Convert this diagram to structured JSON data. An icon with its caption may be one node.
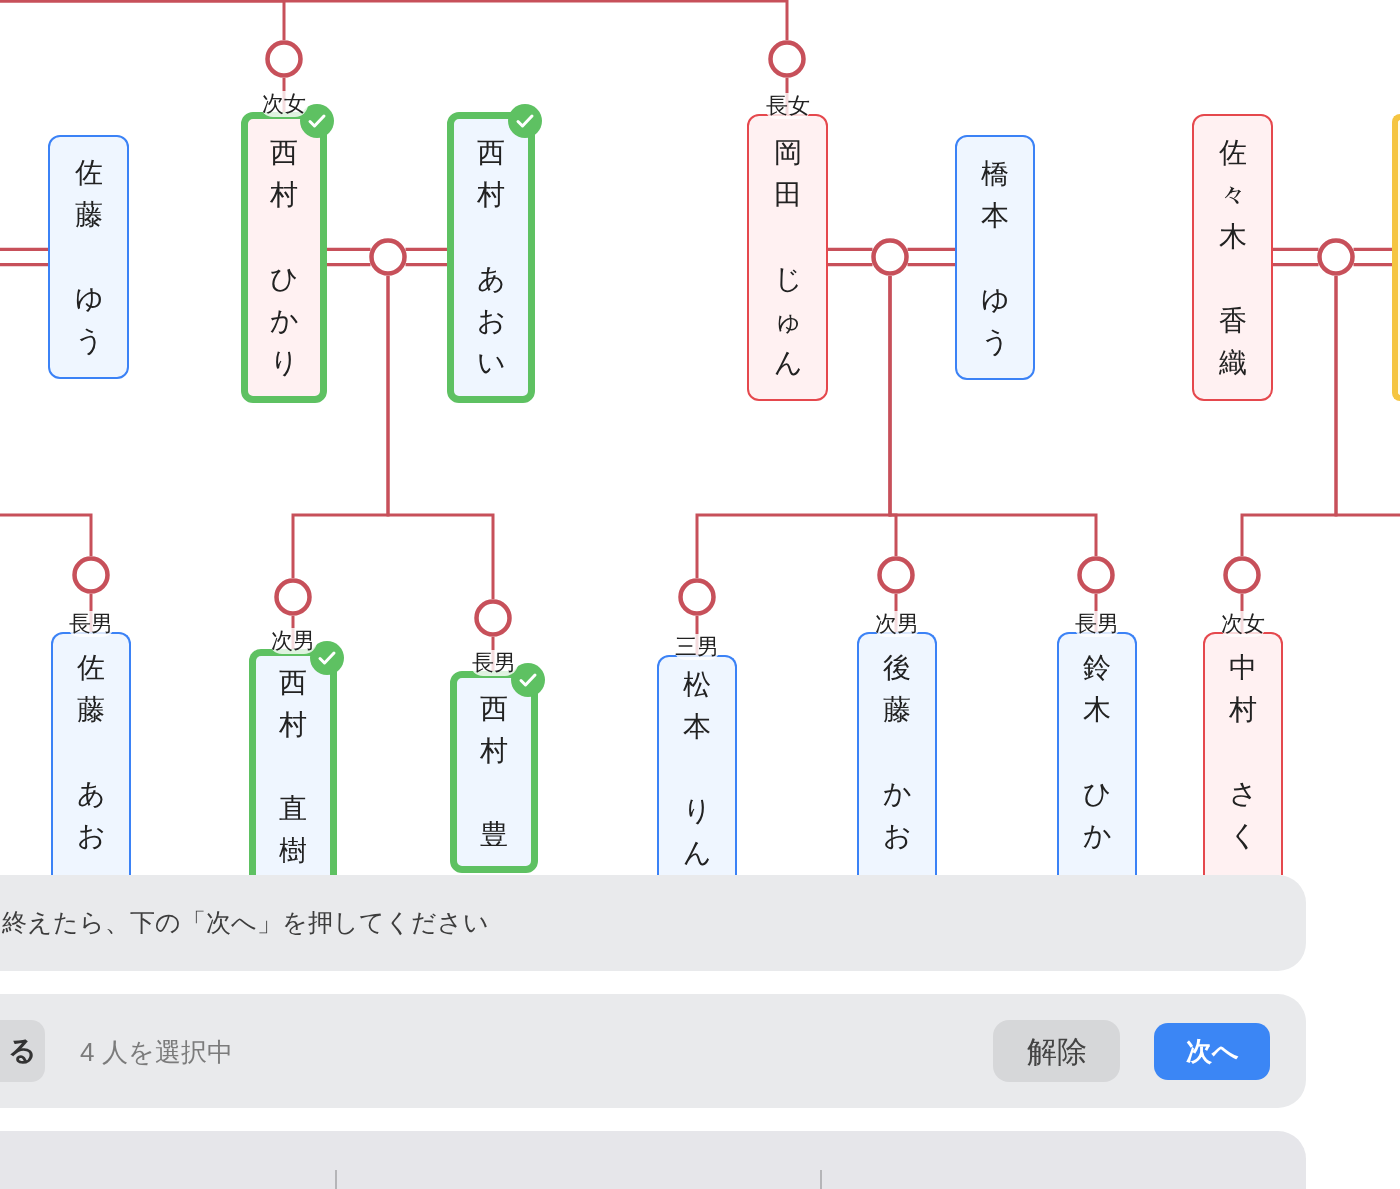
{
  "diagram": {
    "nodes": [
      {
        "text": [],
        "shape": "circle"
      },
      {
        "text": [],
        "shape": "circle"
      },
      {
        "text": [
          "佐藤",
          "ゆう"
        ]
      },
      {
        "text": [
          "西村",
          "ひかり"
        ],
        "beside": [
          "次女"
        ]
      },
      {
        "text": [],
        "shape": "circle"
      },
      {
        "text": [
          "西村",
          "あおい"
        ]
      },
      {
        "text": [
          "岡田",
          "じゅん"
        ],
        "beside": [
          "長女"
        ]
      },
      {
        "text": [],
        "shape": "circle"
      },
      {
        "text": [
          "橋本",
          "ゆう"
        ]
      },
      {
        "text": [
          "佐々木",
          "香織"
        ]
      },
      {
        "text": [],
        "shape": "circle"
      },
      {
        "text": [],
        "shape": "box"
      },
      {
        "text": [],
        "shape": "circle"
      },
      {
        "text": [
          "佐藤",
          "あお"
        ],
        "beside": [
          "長男"
        ]
      },
      {
        "text": [],
        "shape": "circle"
      },
      {
        "text": [
          "西村",
          "直樹"
        ],
        "beside": [
          "次男"
        ]
      },
      {
        "text": [],
        "shape": "circle"
      },
      {
        "text": [
          "西村",
          "豊"
        ],
        "beside": [
          "長男"
        ]
      },
      {
        "text": [],
        "shape": "circle"
      },
      {
        "text": [
          "松本",
          "りん"
        ],
        "beside": [
          "三男"
        ]
      },
      {
        "text": [],
        "shape": "circle"
      },
      {
        "text": [
          "後藤",
          "かお"
        ],
        "beside": [
          "次男"
        ]
      },
      {
        "text": [],
        "shape": "circle"
      },
      {
        "text": [
          "鈴木",
          "ひか"
        ],
        "beside": [
          "長男"
        ]
      },
      {
        "text": [],
        "shape": "circle"
      },
      {
        "text": [
          "中村",
          "さく"
        ],
        "beside": [
          "次女"
        ]
      }
    ],
    "edges": [
      {
        "from": null,
        "to": 0,
        "arrow": "none"
      },
      {
        "from": null,
        "to": 1,
        "arrow": "none"
      },
      {
        "from": 0,
        "to": 3,
        "arrow": "none"
      },
      {
        "from": 1,
        "to": 6,
        "arrow": "none"
      },
      {
        "from": null,
        "to": 2,
        "arrow": "none"
      },
      {
        "from": 3,
        "to": 4,
        "arrow": "none"
      },
      {
        "from": 4,
        "to": 5,
        "arrow": "none"
      },
      {
        "from": 6,
        "to": 7,
        "arrow": "none"
      },
      {
        "from": 7,
        "to": 8,
        "arrow": "none"
      },
      {
        "from": 9,
        "to": 10,
        "arrow": "none"
      },
      {
        "from": 10,
        "to": 11,
        "arrow": "none"
      },
      {
        "from": null,
        "to": 12,
        "arrow": "none"
      },
      {
        "from": 12,
        "to": 13,
        "arrow": "none"
      },
      {
        "from": 4,
        "to": 14,
        "arrow": "none"
      },
      {
        "from": 14,
        "to": 15,
        "arrow": "none"
      },
      {
        "from": 4,
        "to": 16,
        "arrow": "none"
      },
      {
        "from": 16,
        "to": 17,
        "arrow": "none"
      },
      {
        "from": 7,
        "to": 18,
        "arrow": "none"
      },
      {
        "from": 18,
        "to": 19,
        "arrow": "none"
      },
      {
        "from": 7,
        "to": 20,
        "arrow": "none"
      },
      {
        "from": 20,
        "to": 21,
        "arrow": "none"
      },
      {
        "from": 7,
        "to": 22,
        "arrow": "none"
      },
      {
        "from": 22,
        "to": 23,
        "arrow": "none"
      },
      {
        "from": 10,
        "to": 24,
        "arrow": "none"
      },
      {
        "from": 24,
        "to": 25,
        "arrow": "none"
      },
      {
        "from": 10,
        "to": null,
        "arrow": "none"
      }
    ],
    "labels": [
      "終えたら、下の「次へ」を押してください",
      "る",
      "4 人を選択中",
      "解除",
      "次へ"
    ]
  }
}
